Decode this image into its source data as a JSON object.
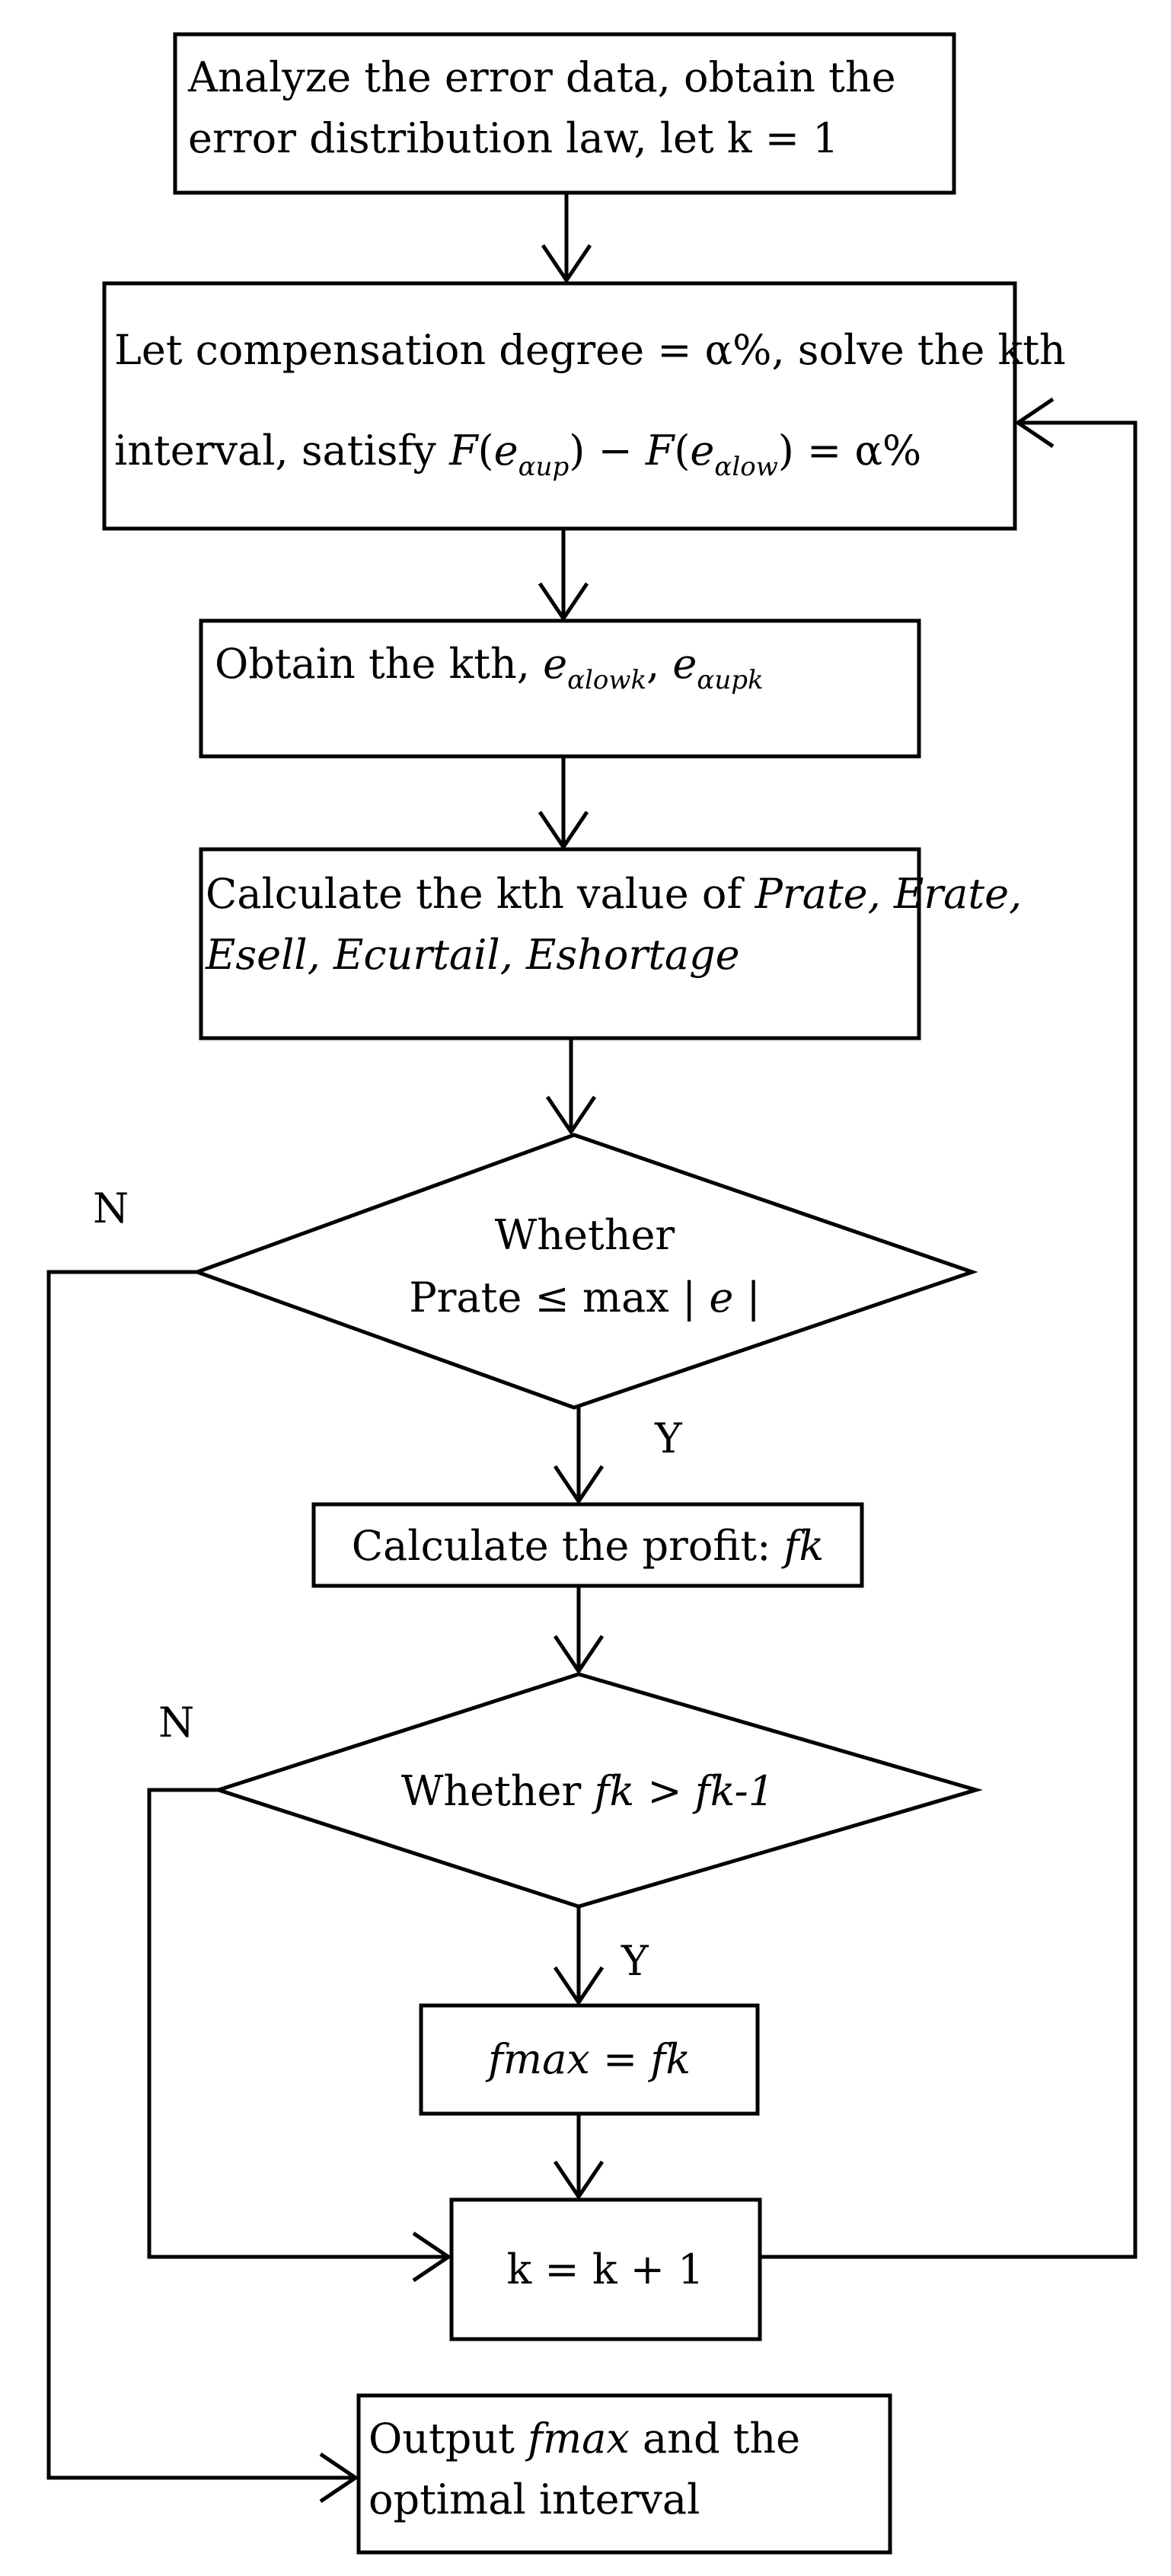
{
  "nodes": {
    "start": {
      "line1": "Analyze the error data, obtain the",
      "line2": "error distribution law, let k = 1"
    },
    "compensation": {
      "line1": "Let compensation degree = α%, solve the kth",
      "line2_prefix": "interval, satisfy",
      "F1": "F",
      "e1": "e",
      "sub1": "αup",
      "minus": "−",
      "F2": "F",
      "e2": "e",
      "sub2": "αlow",
      "equals": "= α%"
    },
    "obtain": {
      "prefix": "Obtain the kth,",
      "e1": "e",
      "sub1": "αlowk",
      "comma": ",",
      "e2": "e",
      "sub2": "αupk"
    },
    "calc_values": {
      "line1_prefix": "Calculate the kth value of",
      "line1_vars": "Prate, Erate,",
      "line2": "Esell, Ecurtail, Eshortage"
    },
    "decision1": {
      "line1": "Whether",
      "line2_prefix": "Prate ≤ max",
      "bar1": "|",
      "e": "e",
      "bar2": "|"
    },
    "profit": {
      "prefix": "Calculate the profit:",
      "var": "fk"
    },
    "decision2": {
      "prefix": "Whether",
      "expr": "fk > fk-1"
    },
    "fmax": {
      "text": "fmax = fk"
    },
    "increment": {
      "text": "k = k + 1"
    },
    "output": {
      "line1_prefix": "Output",
      "line1_var": "fmax",
      "line1_suffix": "and the",
      "line2": "optimal interval"
    }
  },
  "edge_labels": {
    "d1_no": "N",
    "d1_yes": "Y",
    "d2_no": "N",
    "d2_yes": "Y"
  }
}
